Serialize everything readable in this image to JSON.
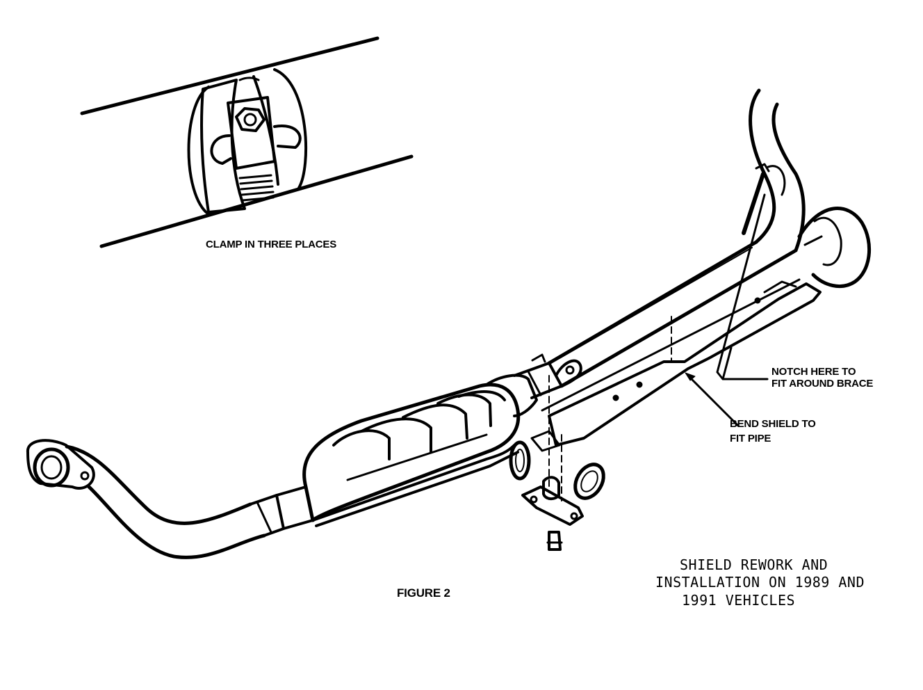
{
  "diagram": {
    "inset_caption": "CLAMP IN THREE PLACES",
    "callouts": {
      "notch": [
        "NOTCH HERE TO",
        "FIT AROUND BRACE"
      ],
      "bend": [
        "BEND SHIELD TO",
        "FIT PIPE"
      ]
    },
    "figure_label": "FIGURE 2",
    "title_lines": [
      "SHIELD REWORK AND",
      "INSTALLATION ON 1989 AND",
      "1991 VEHICLES"
    ]
  },
  "colors": {
    "ink": "#000000",
    "paper": "#ffffff"
  }
}
